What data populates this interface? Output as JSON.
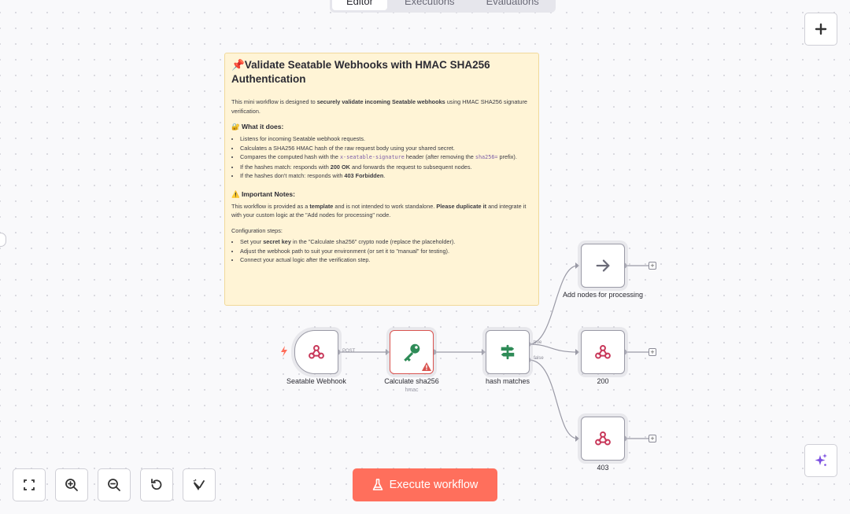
{
  "tabs": [
    {
      "label": "Editor",
      "active": true
    },
    {
      "label": "Executions",
      "active": false
    },
    {
      "label": "Evaluations",
      "active": false
    }
  ],
  "canvas": {
    "add_node_icon": "plus-icon"
  },
  "note": {
    "title": "📌Validate Seatable Webhooks with HMAC SHA256 Authentication",
    "intro_prefix": "This mini workflow is designed to ",
    "intro_bold": "securely validate incoming Seatable webhooks",
    "intro_suffix": " using HMAC SHA256 signature verification.",
    "what_heading": "🔐 What it does:",
    "what_items": [
      "Listens for incoming Seatable webhook requests.",
      "Calculates a SHA256 HMAC hash of the raw request body using your shared secret."
    ],
    "compare_prefix": "Compares the computed hash with the ",
    "compare_code1": "x-seatable-signature",
    "compare_mid": " header (after removing the ",
    "compare_code2": "sha256=",
    "compare_suffix": " prefix).",
    "match_prefix": "If the hashes match: responds with ",
    "match_bold": "200 OK",
    "match_suffix": " and forwards the request to subsequent nodes.",
    "nomatch_prefix": "If the hashes don't match: responds with ",
    "nomatch_bold": "403 Forbidden",
    "nomatch_suffix": ".",
    "notes_heading": "⚠️ Important Notes:",
    "notes_prefix": "This workflow is provided as a ",
    "notes_bold1": "template",
    "notes_mid": " and is not intended to work standalone. ",
    "notes_bold2": "Please duplicate it",
    "notes_suffix": " and integrate it with your custom logic at the \"Add nodes for processing\" node.",
    "config_heading": "Configuration steps:",
    "config1_prefix": "Set your ",
    "config1_bold": "secret key",
    "config1_suffix": " in the \"Calculate sha256\" crypto node (replace the placeholder).",
    "config_items": [
      "Adjust the webhook path to suit your environment (or set it to \"manual\" for testing).",
      "Connect your actual logic after the verification step."
    ]
  },
  "nodes": {
    "webhook": {
      "label": "Seatable Webhook",
      "port": "POST",
      "icon": "webhook-icon"
    },
    "sha256": {
      "label": "Calculate sha256",
      "sub": "hmac",
      "icon": "key-icon",
      "warning": true
    },
    "if": {
      "label": "hash matches",
      "icon": "signpost-icon",
      "true_label": "true",
      "false_label": "false"
    },
    "processing": {
      "label": "Add nodes for processing",
      "icon": "arrow-right-icon"
    },
    "r200": {
      "label": "200",
      "icon": "webhook-icon"
    },
    "r403": {
      "label": "403",
      "icon": "webhook-icon"
    }
  },
  "toolbar": {
    "execute_label": "Execute workflow",
    "icons": [
      "fit-view-icon",
      "zoom-in-icon",
      "zoom-out-icon",
      "reset-zoom-icon",
      "tidy-up-icon"
    ]
  },
  "colors": {
    "execute": "#ff6f5c",
    "webhook": "#c8385a",
    "key": "#2e8b57",
    "ai": "#7b4fe0"
  }
}
